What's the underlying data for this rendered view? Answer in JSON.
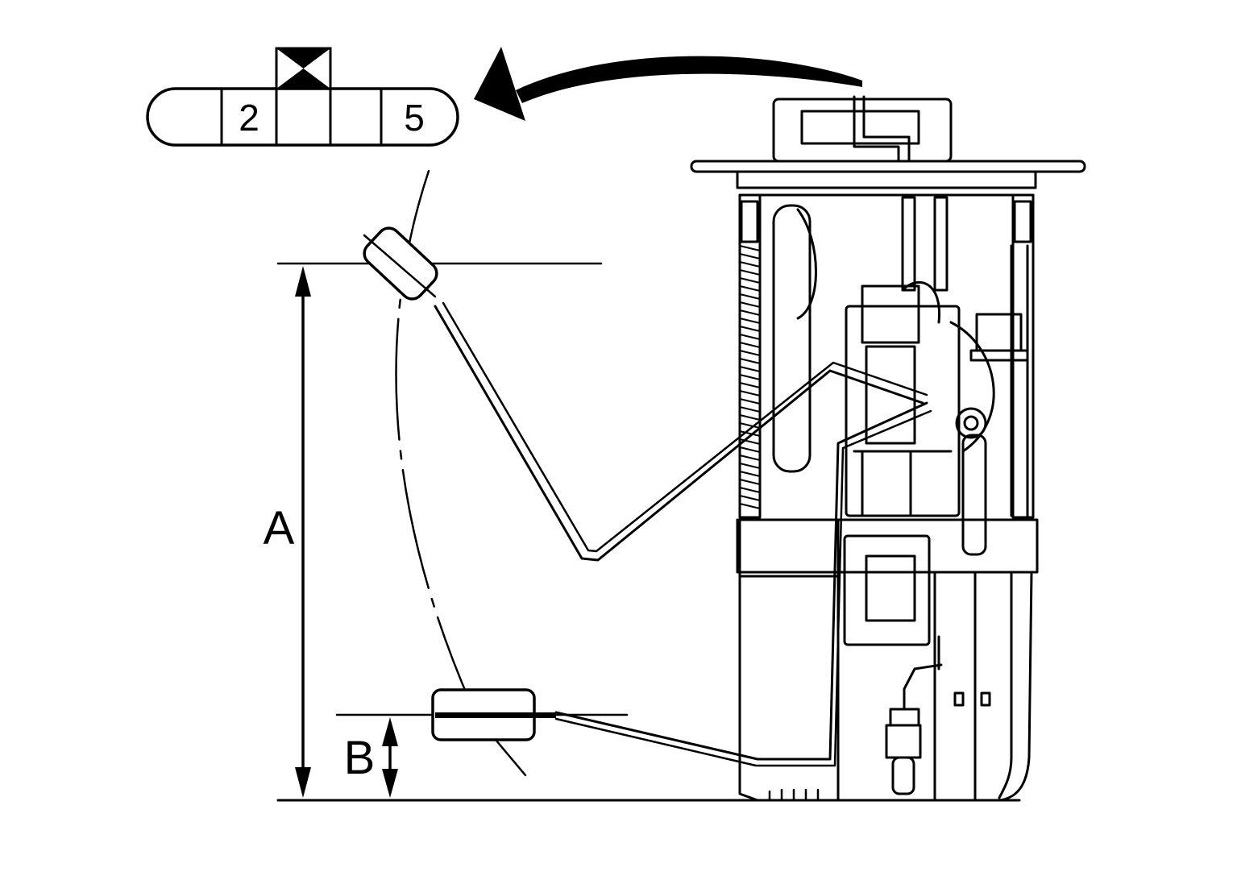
{
  "connector": {
    "pin_left": "2",
    "pin_right": "5"
  },
  "dimensions": {
    "full_travel_label": "A",
    "empty_offset_label": "B"
  }
}
